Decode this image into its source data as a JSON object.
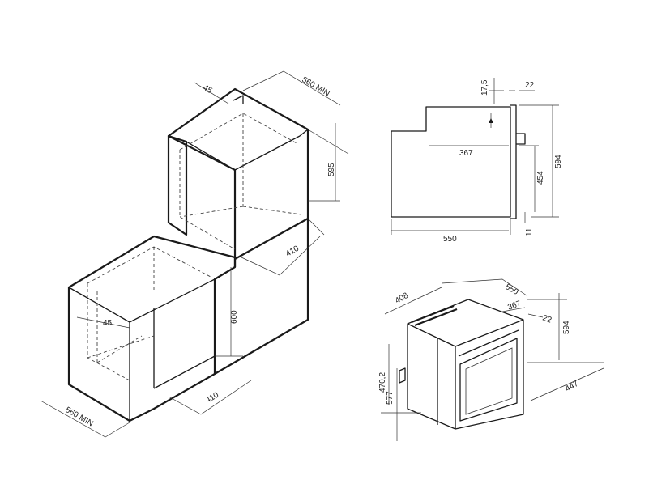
{
  "dimensions": {
    "upper_niche_depth_offset": "45",
    "upper_niche_width": "560 MIN",
    "upper_niche_height": "595",
    "upper_niche_depth": "410",
    "lower_niche_offset": "45",
    "lower_niche_height": "600",
    "lower_niche_depth": "410",
    "lower_niche_width": "560 MIN",
    "side_top_step": "17,5",
    "side_front_thickness": "22",
    "side_top_length": "367",
    "side_total_height": "594",
    "side_inner_height": "454",
    "side_depth": "550",
    "side_bottom_gap": "11",
    "iso_depth_top": "408",
    "iso_depth": "550",
    "iso_top_length": "367",
    "iso_front_thickness": "22",
    "iso_height": "594",
    "iso_inner_height": "470,2",
    "iso_bottom_height": "577",
    "iso_width": "447"
  }
}
